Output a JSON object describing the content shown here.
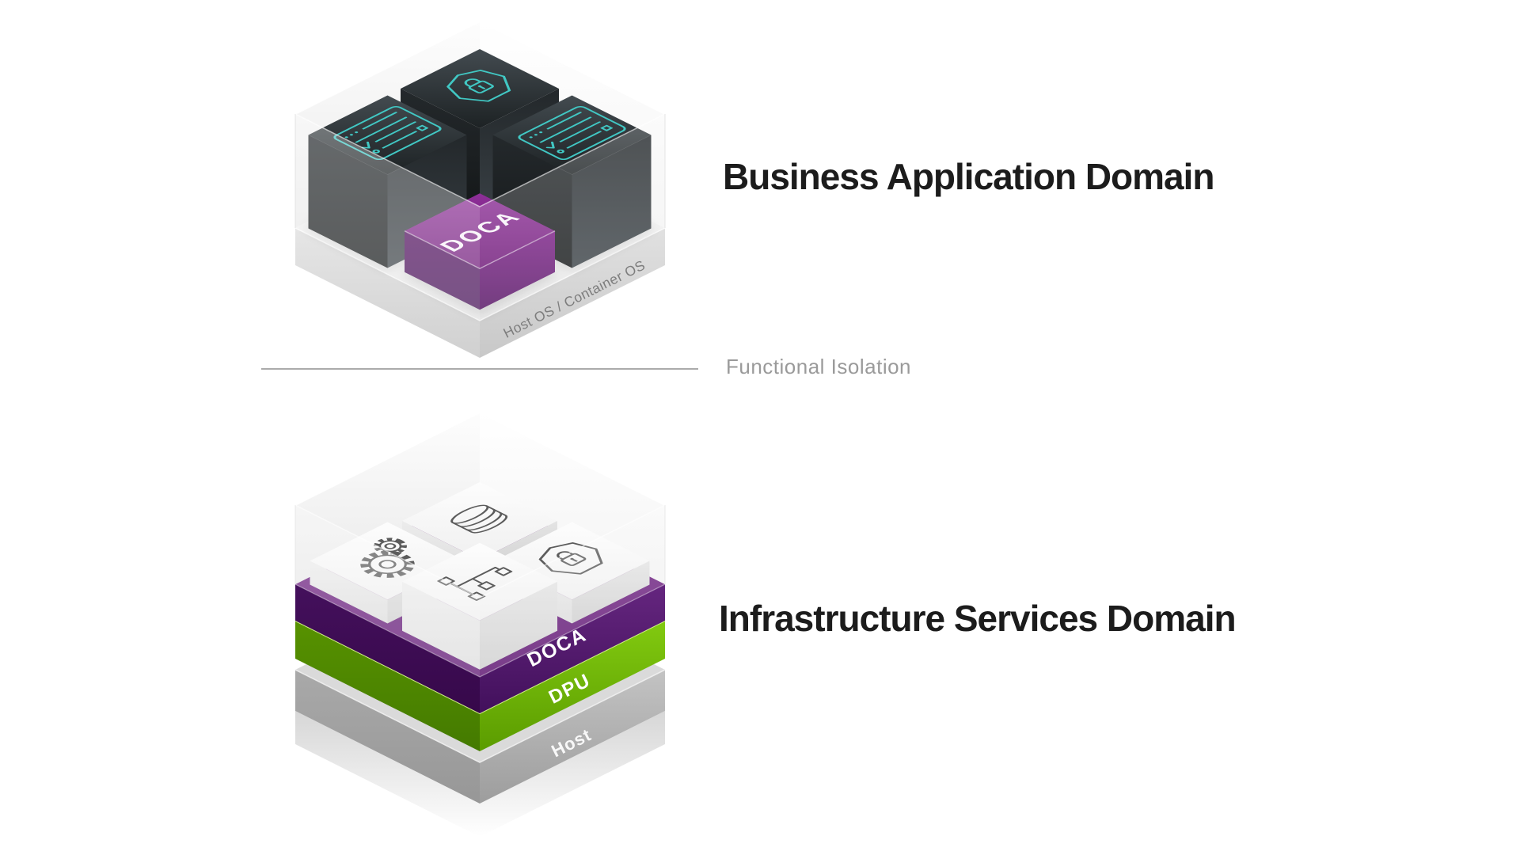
{
  "business": {
    "title": "Business Application Domain",
    "doca_label": "DOCA",
    "base_label": "Host OS / Container OS",
    "cubes": [
      {
        "position": "left",
        "icon": "checklist-icon"
      },
      {
        "position": "back",
        "icon": "shield-lock-icon"
      },
      {
        "position": "right",
        "icon": "checklist-icon"
      },
      {
        "position": "front",
        "icon": "doca-block"
      }
    ],
    "colors": {
      "cube_dark": "#22272a",
      "icon_teal": "#41c8c4",
      "doca_purple": "#71187e",
      "glass": "#f2f2f2"
    }
  },
  "divider": {
    "label": "Functional Isolation"
  },
  "infrastructure": {
    "title": "Infrastructure Services Domain",
    "tiles": [
      {
        "position": "left",
        "icon": "gears-icon"
      },
      {
        "position": "back",
        "icon": "database-icon"
      },
      {
        "position": "right",
        "icon": "shield-lock-icon"
      },
      {
        "position": "front",
        "icon": "network-tree-icon"
      }
    ],
    "layers": [
      {
        "label": "DOCA",
        "color": "#5c1f7a"
      },
      {
        "label": "DPU",
        "color": "#76b900"
      },
      {
        "label": "Host",
        "color": "#b0b0b0"
      }
    ],
    "colors": {
      "icon_gray": "#5c5c5c",
      "tile_white": "#fafafa"
    }
  }
}
